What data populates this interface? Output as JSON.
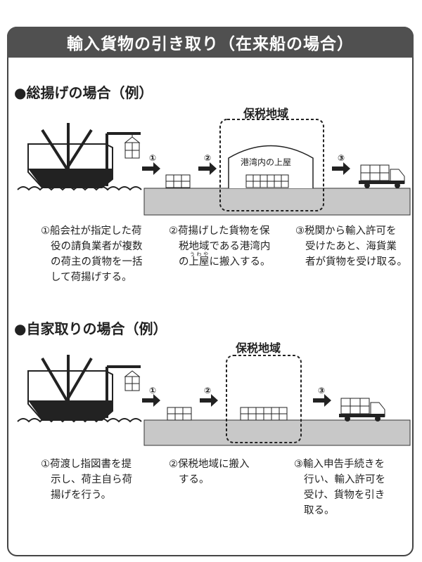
{
  "title": "輸入貨物の引き取り（在来船の場合）",
  "sections": [
    {
      "heading": "●総揚げの場合（例）",
      "bonded_area_label": "保税地域",
      "warehouse_label": "港湾内の上屋",
      "step_numbers": [
        "①",
        "②",
        "③"
      ],
      "steps": [
        {
          "line1": "①船会社が指定した荷",
          "rest": "役の請負業者が複数\nの荷主の貨物を一括\nして荷揚げする。"
        },
        {
          "line1": "②荷揚げした貨物を保",
          "line2": "税地域である港湾内",
          "line3_pre": "の",
          "ruby_base": "上屋",
          "ruby_text": "うわや",
          "line3_post": "に搬入する。"
        },
        {
          "line1": "③税関から輸入許可を",
          "rest": "受けたあと、海貨業\n者が貨物を受け取る。"
        }
      ]
    },
    {
      "heading": "●自家取りの場合（例）",
      "bonded_area_label": "保税地域",
      "step_numbers": [
        "①",
        "②",
        "③"
      ],
      "steps": [
        {
          "line1": "①荷渡し指図書を提",
          "rest": "示し、荷主自ら荷\n揚げを行う。"
        },
        {
          "line1": "②保税地域に搬入",
          "rest": "する。"
        },
        {
          "line1": "③輸入申告手続きを",
          "rest": "行い、輸入許可を\n受け、貨物を引き\n取る。"
        }
      ]
    }
  ]
}
